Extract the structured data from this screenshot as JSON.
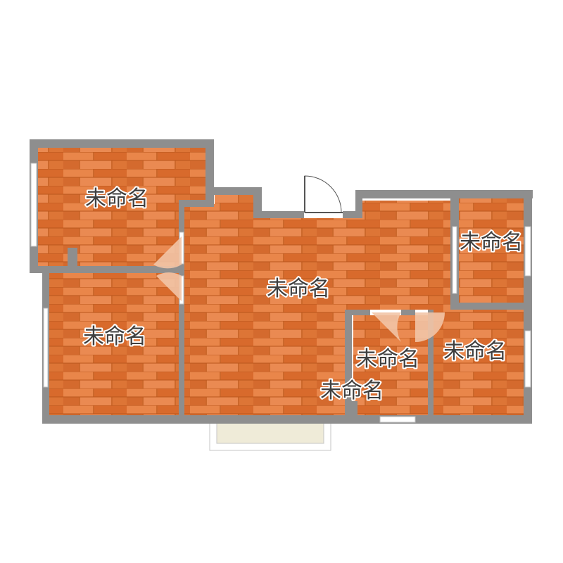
{
  "floorplan": {
    "rooms": [
      {
        "id": "top-left",
        "label": "未命名"
      },
      {
        "id": "left",
        "label": "未命名"
      },
      {
        "id": "center",
        "label": "未命名"
      },
      {
        "id": "right-top",
        "label": "未命名"
      },
      {
        "id": "bath",
        "label": "未命名"
      },
      {
        "id": "right-bottom",
        "label": "未命名"
      },
      {
        "id": "passage",
        "label": "未命名"
      }
    ]
  },
  "colors": {
    "wall": "#8e8e8e",
    "floor": "#e07a35",
    "floor_dark": "#c75f1f",
    "window": "#ffffff",
    "balcony": "#efebd8",
    "door_swing": "#f2c4a6"
  }
}
